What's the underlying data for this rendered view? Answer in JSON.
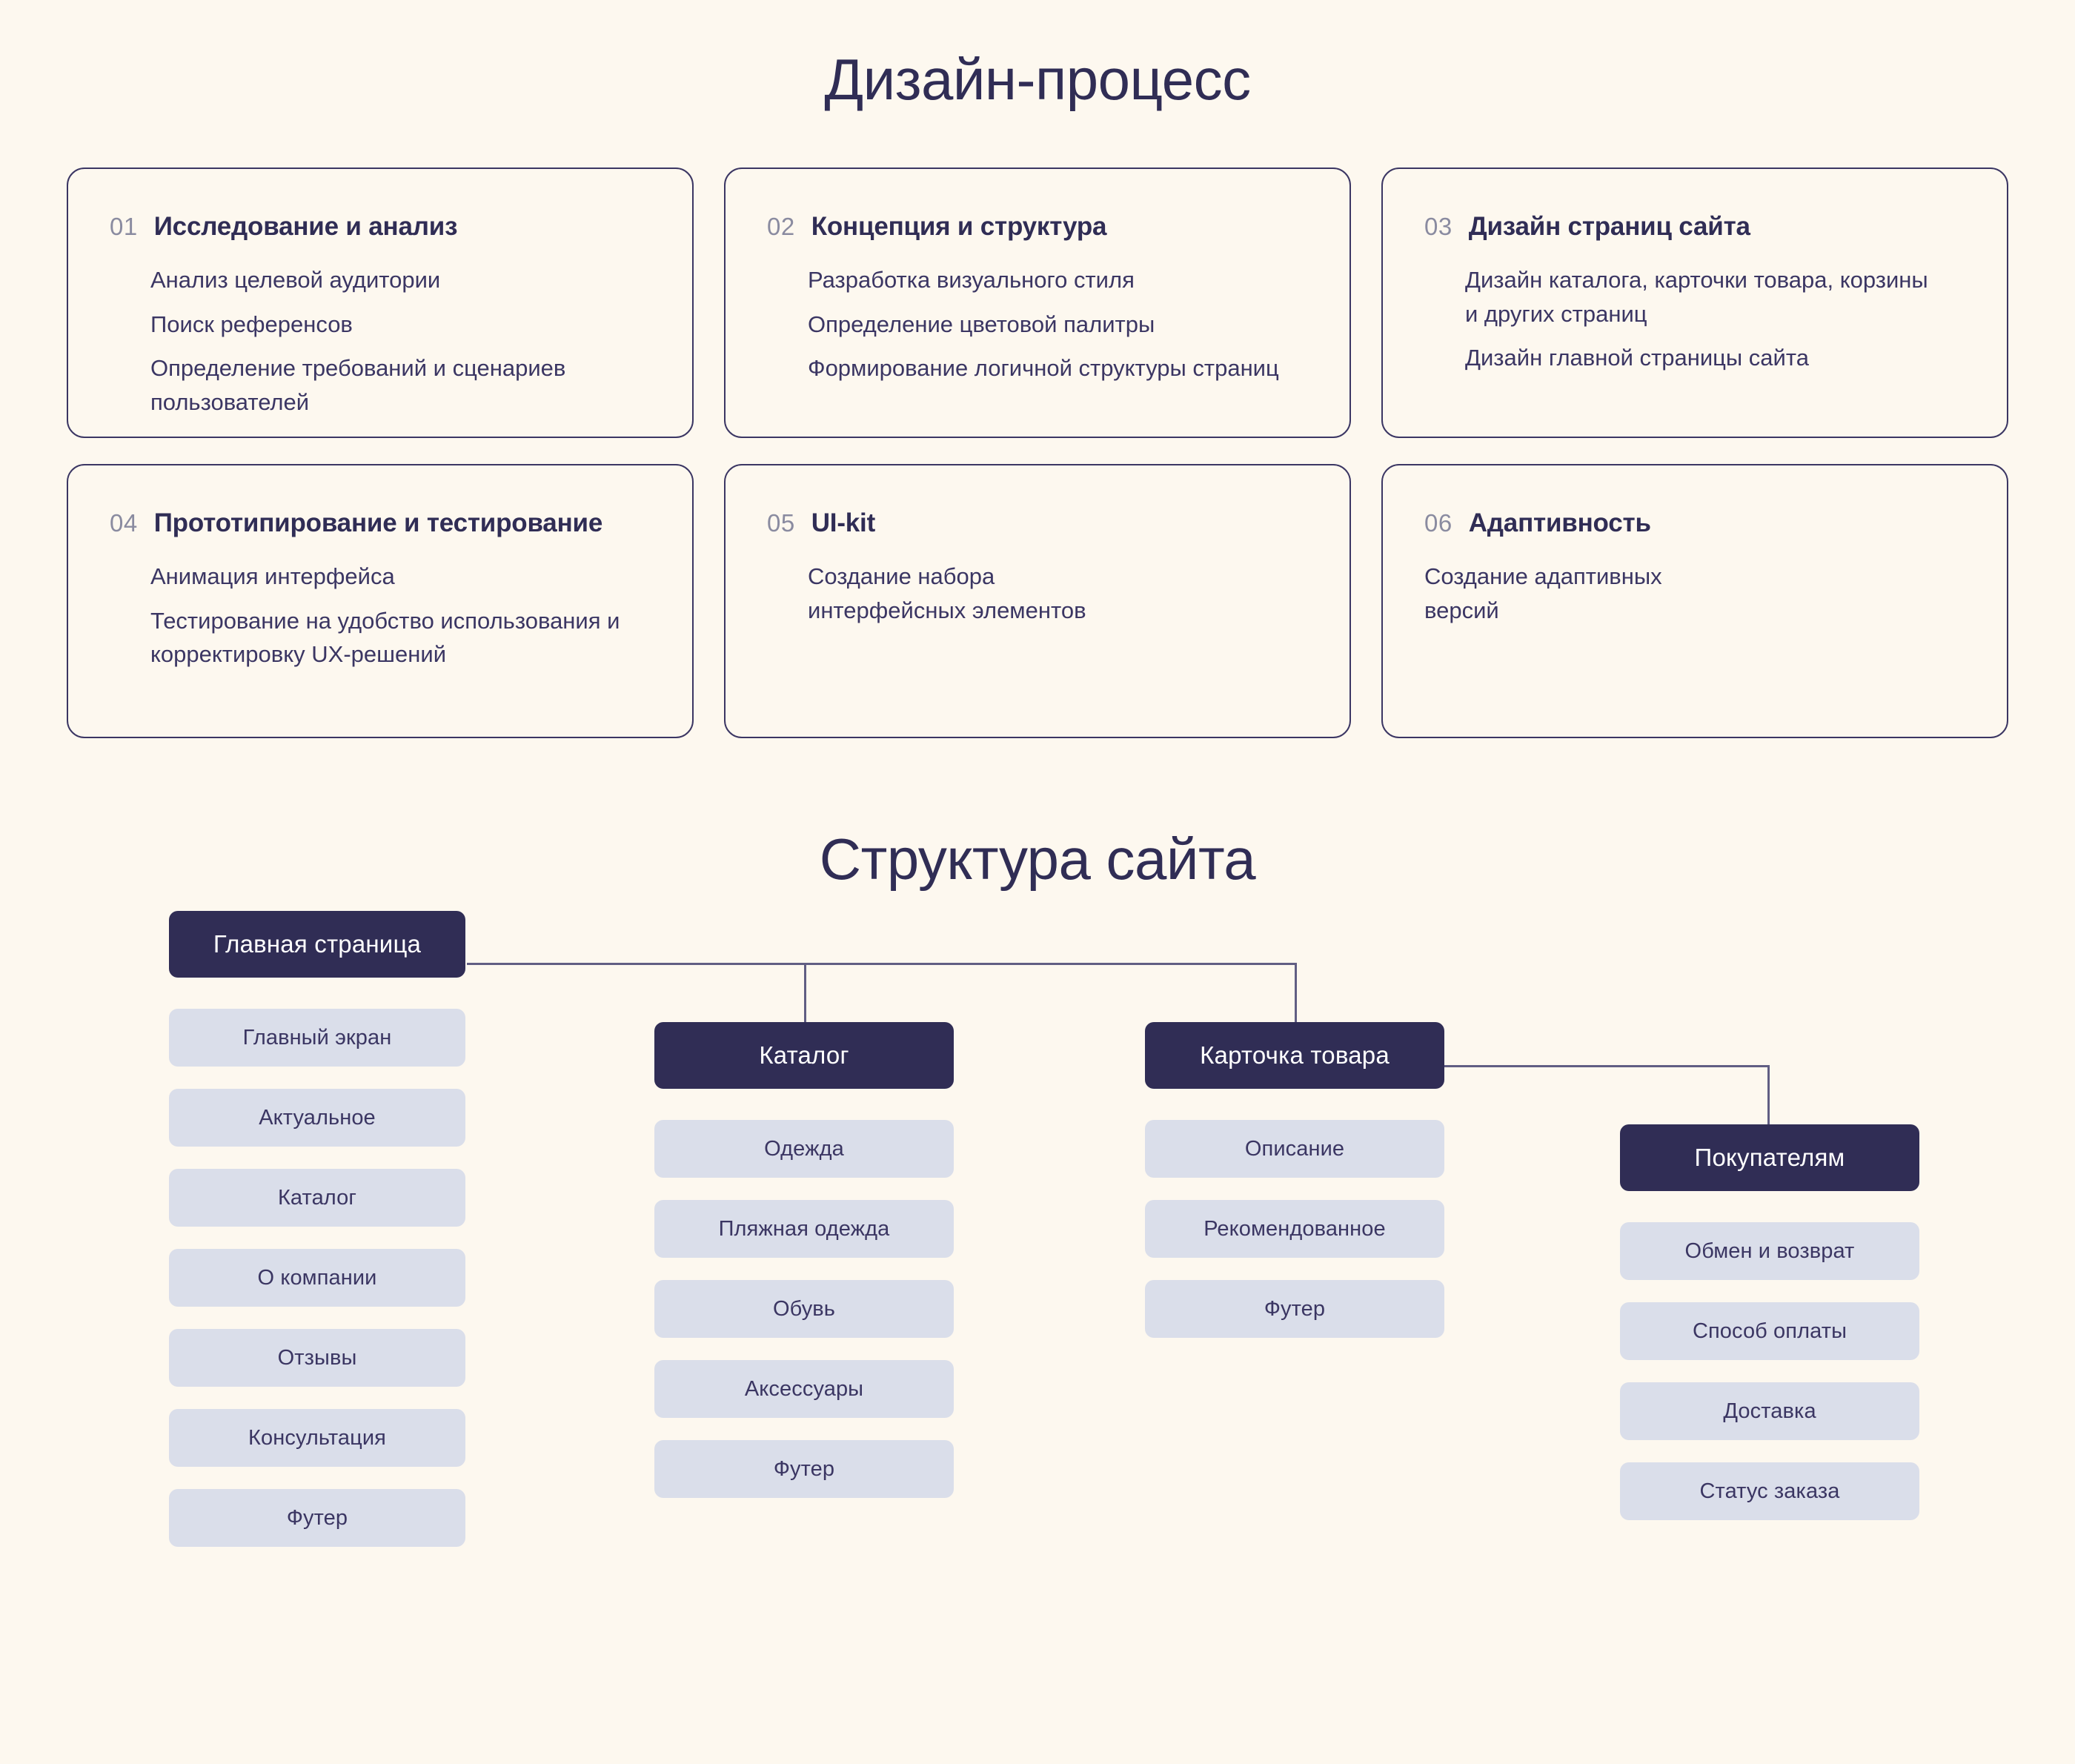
{
  "colors": {
    "background": "#FDF8EF",
    "navy": "#302D55",
    "lavender": "#DADEEA",
    "number_gray": "#8A8BA0",
    "connector": "#615E83"
  },
  "design_process": {
    "title": "Дизайн-процесс",
    "cards": [
      {
        "number": "01",
        "title": "Исследование и анализ",
        "items": [
          "Анализ целевой аудитории",
          "Поиск референсов",
          "Определение требований и сценариев пользователей"
        ]
      },
      {
        "number": "02",
        "title": "Концепция и структура",
        "items": [
          "Разработка визуального стиля",
          "Определение цветовой палитры",
          "Формирование логичной структуры страниц"
        ]
      },
      {
        "number": "03",
        "title": "Дизайн страниц сайта",
        "items": [
          "Дизайн каталога, карточки товара, корзины и других страниц",
          "Дизайн главной страницы сайта"
        ]
      },
      {
        "number": "04",
        "title": "Прототипирование и тестирование",
        "items": [
          "Анимация интерфейса",
          "Тестирование на удобство использования и корректировку UX-решений"
        ]
      },
      {
        "number": "05",
        "title": "UI-kit",
        "items": [
          "Создание набора интерфейсных элементов"
        ]
      },
      {
        "number": "06",
        "title": "Адаптивность",
        "items": [
          "Создание адаптивных версий"
        ]
      }
    ]
  },
  "site_structure": {
    "title": "Структура сайта",
    "columns": [
      {
        "parent": "Главная страница",
        "children": [
          "Главный экран",
          "Актуальное",
          "Каталог",
          "О компании",
          "Отзывы",
          "Консультация",
          "Футер"
        ]
      },
      {
        "parent": "Каталог",
        "children": [
          "Одежда",
          "Пляжная одежда",
          "Обувь",
          "Аксессуары",
          "Футер"
        ]
      },
      {
        "parent": "Карточка товара",
        "children": [
          "Описание",
          "Рекомендованное",
          "Футер"
        ]
      },
      {
        "parent": "Покупателям",
        "children": [
          "Обмен и возврат",
          "Способ оплаты",
          "Доставка",
          "Статус заказа"
        ]
      }
    ]
  }
}
